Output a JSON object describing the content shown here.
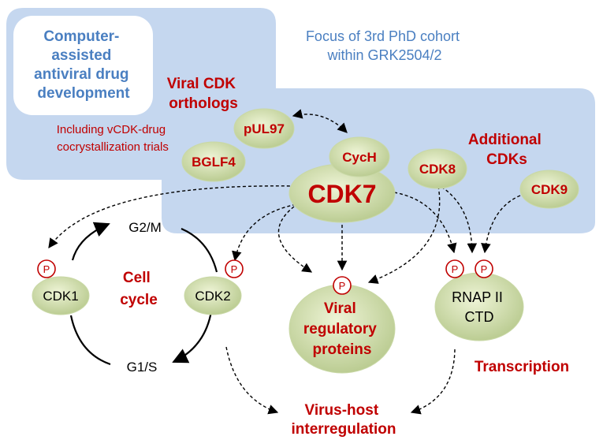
{
  "focus_box": {
    "line1": "Focus of 3rd PhD cohort",
    "line2": "within GRK2504/2"
  },
  "computer_box": {
    "line1": "Computer-",
    "line2": "assisted",
    "line3": "antiviral drug",
    "line4": "development"
  },
  "viral_orthologs": {
    "line1": "Viral CDK",
    "line2": "orthologs"
  },
  "including": {
    "line1": "Including vCDK-drug",
    "line2": "cocrystallization trials"
  },
  "additional_cdks": {
    "line1": "Additional",
    "line2": "CDKs"
  },
  "nodes": {
    "pul97": "pUL97",
    "bglf4": "BGLF4",
    "cych": "CycH",
    "cdk7": "CDK7",
    "cdk8": "CDK8",
    "cdk9": "CDK9",
    "cdk1": "CDK1",
    "cdk2": "CDK2",
    "viral_proteins": {
      "line1": "Viral",
      "line2": "regulatory",
      "line3": "proteins"
    },
    "rnap": {
      "line1": "RNAP II",
      "line2": "CTD"
    }
  },
  "cell_cycle": {
    "line1": "Cell",
    "line2": "cycle",
    "g2m": "G2/M",
    "g1s": "G1/S"
  },
  "phospho_label": "P",
  "transcription": "Transcription",
  "virus_host": {
    "line1": "Virus-host",
    "line2": "interregulation"
  },
  "colors": {
    "blue_bg": "#c5d7ef",
    "green_light": "#e8f0cc",
    "green_dark": "#b4c78a",
    "accent_red": "#c00000",
    "text_blue": "#4a7fc1"
  }
}
